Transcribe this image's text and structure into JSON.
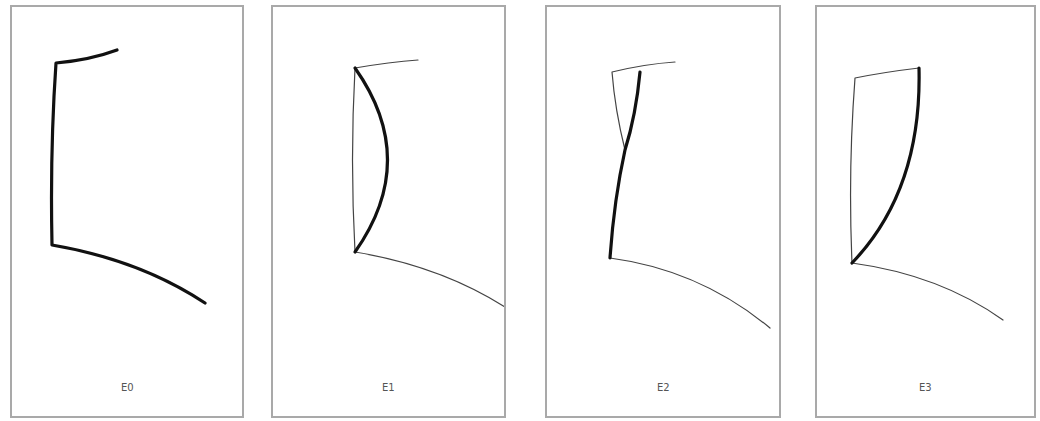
{
  "diagram": {
    "nodes": [
      {
        "text": [
          "E0"
        ]
      },
      {
        "text": [
          "E1"
        ]
      },
      {
        "text": [
          "E2"
        ]
      },
      {
        "text": [
          "E3"
        ]
      }
    ]
  }
}
